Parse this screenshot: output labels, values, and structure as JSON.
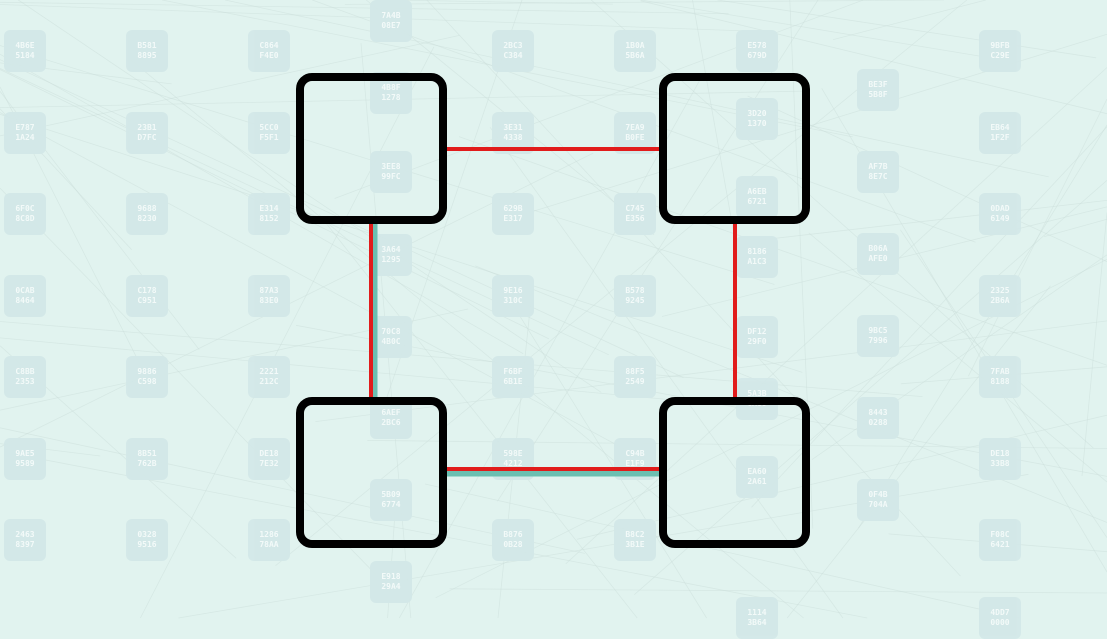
{
  "colors": {
    "background": "#e1f3ef",
    "tile": "#d3e8e8",
    "tile_text": "#f4fbfa",
    "web_line": "#c9dcd8",
    "node_stroke": "#000000",
    "edge_red": "#e11b1b",
    "edge_teal": "#6bbfb1"
  },
  "diagram": {
    "nodes": [
      {
        "id": "node-top-left"
      },
      {
        "id": "node-top-right"
      },
      {
        "id": "node-bottom-left"
      },
      {
        "id": "node-bottom-right"
      }
    ],
    "edges": [
      {
        "from": "node-top-left",
        "to": "node-top-right",
        "color": "red"
      },
      {
        "from": "node-top-right",
        "to": "node-bottom-right",
        "color": "red"
      },
      {
        "from": "node-top-left",
        "to": "node-bottom-left",
        "color": "red+teal"
      },
      {
        "from": "node-bottom-left",
        "to": "node-bottom-right",
        "color": "red+teal"
      }
    ]
  },
  "background_tiles": [
    {
      "a": "4B6E",
      "b": "5184"
    },
    {
      "a": "B581",
      "b": "8895"
    },
    {
      "a": "C864",
      "b": "F4E0"
    },
    {
      "a": "2BC3",
      "b": "C384"
    },
    {
      "a": "1B0A",
      "b": "5B6A"
    },
    {
      "a": "E578",
      "b": "679D"
    },
    {
      "a": "9BFB",
      "b": "C29E"
    },
    {
      "a": "E787",
      "b": "1A24"
    },
    {
      "a": "23B1",
      "b": "D7FC"
    },
    {
      "a": "5CC0",
      "b": "F5F1"
    },
    {
      "a": "3E31",
      "b": "4338"
    },
    {
      "a": "7EA9",
      "b": "B0FE"
    },
    {
      "a": "EB64",
      "b": "1F2F"
    },
    {
      "a": "6F0C",
      "b": "8C8D"
    },
    {
      "a": "9688",
      "b": "8230"
    },
    {
      "a": "E314",
      "b": "8152"
    },
    {
      "a": "629B",
      "b": "E317"
    },
    {
      "a": "C745",
      "b": "E356"
    },
    {
      "a": "0DAD",
      "b": "6149"
    },
    {
      "a": "0CAB",
      "b": "8464"
    },
    {
      "a": "C178",
      "b": "C951"
    },
    {
      "a": "87A3",
      "b": "83E0"
    },
    {
      "a": "9E16",
      "b": "310C"
    },
    {
      "a": "B578",
      "b": "9245"
    },
    {
      "a": "2325",
      "b": "2B6A"
    },
    {
      "a": "C8BB",
      "b": "2353"
    },
    {
      "a": "9886",
      "b": "C598"
    },
    {
      "a": "2221",
      "b": "212C"
    },
    {
      "a": "F6BF",
      "b": "6B1E"
    },
    {
      "a": "88F5",
      "b": "2549"
    },
    {
      "a": "7FAB",
      "b": "8188"
    },
    {
      "a": "9AE5",
      "b": "9589"
    },
    {
      "a": "8B51",
      "b": "762B"
    },
    {
      "a": "DE18",
      "b": "7E32"
    },
    {
      "a": "598E",
      "b": "4212"
    },
    {
      "a": "C94B",
      "b": "E1F9"
    },
    {
      "a": "DE18",
      "b": "33B8"
    },
    {
      "a": "2463",
      "b": "8397"
    },
    {
      "a": "0328",
      "b": "9516"
    },
    {
      "a": "1286",
      "b": "78AA"
    },
    {
      "a": "B876",
      "b": "0B28"
    },
    {
      "a": "B8C2",
      "b": "3B1E"
    },
    {
      "a": "F08C",
      "b": "6421"
    },
    {
      "a": "7A4B",
      "b": "08E7"
    },
    {
      "a": "4B8F",
      "b": "1278"
    },
    {
      "a": "3EE8",
      "b": "99FC"
    },
    {
      "a": "3A64",
      "b": "1295"
    },
    {
      "a": "70C8",
      "b": "4B0C"
    },
    {
      "a": "6AEF",
      "b": "2BC6"
    },
    {
      "a": "5B09",
      "b": "6774"
    },
    {
      "a": "E918",
      "b": "29A4"
    },
    {
      "a": "4DD7",
      "b": "0000"
    },
    {
      "a": "3D20",
      "b": "1370"
    },
    {
      "a": "A6EB",
      "b": "6721"
    },
    {
      "a": "8186",
      "b": "A1C3"
    },
    {
      "a": "DF12",
      "b": "29F0"
    },
    {
      "a": "5A3B",
      "b": "6A80"
    },
    {
      "a": "EA60",
      "b": "2A61"
    },
    {
      "a": "1114",
      "b": "3B64"
    },
    {
      "a": "BE3F",
      "b": "5B8F"
    },
    {
      "a": "AF7B",
      "b": "8E7C"
    },
    {
      "a": "B06A",
      "b": "AFE0"
    },
    {
      "a": "9BC5",
      "b": "7996"
    },
    {
      "a": "8443",
      "b": "0288"
    },
    {
      "a": "0F4B",
      "b": "704A"
    }
  ]
}
